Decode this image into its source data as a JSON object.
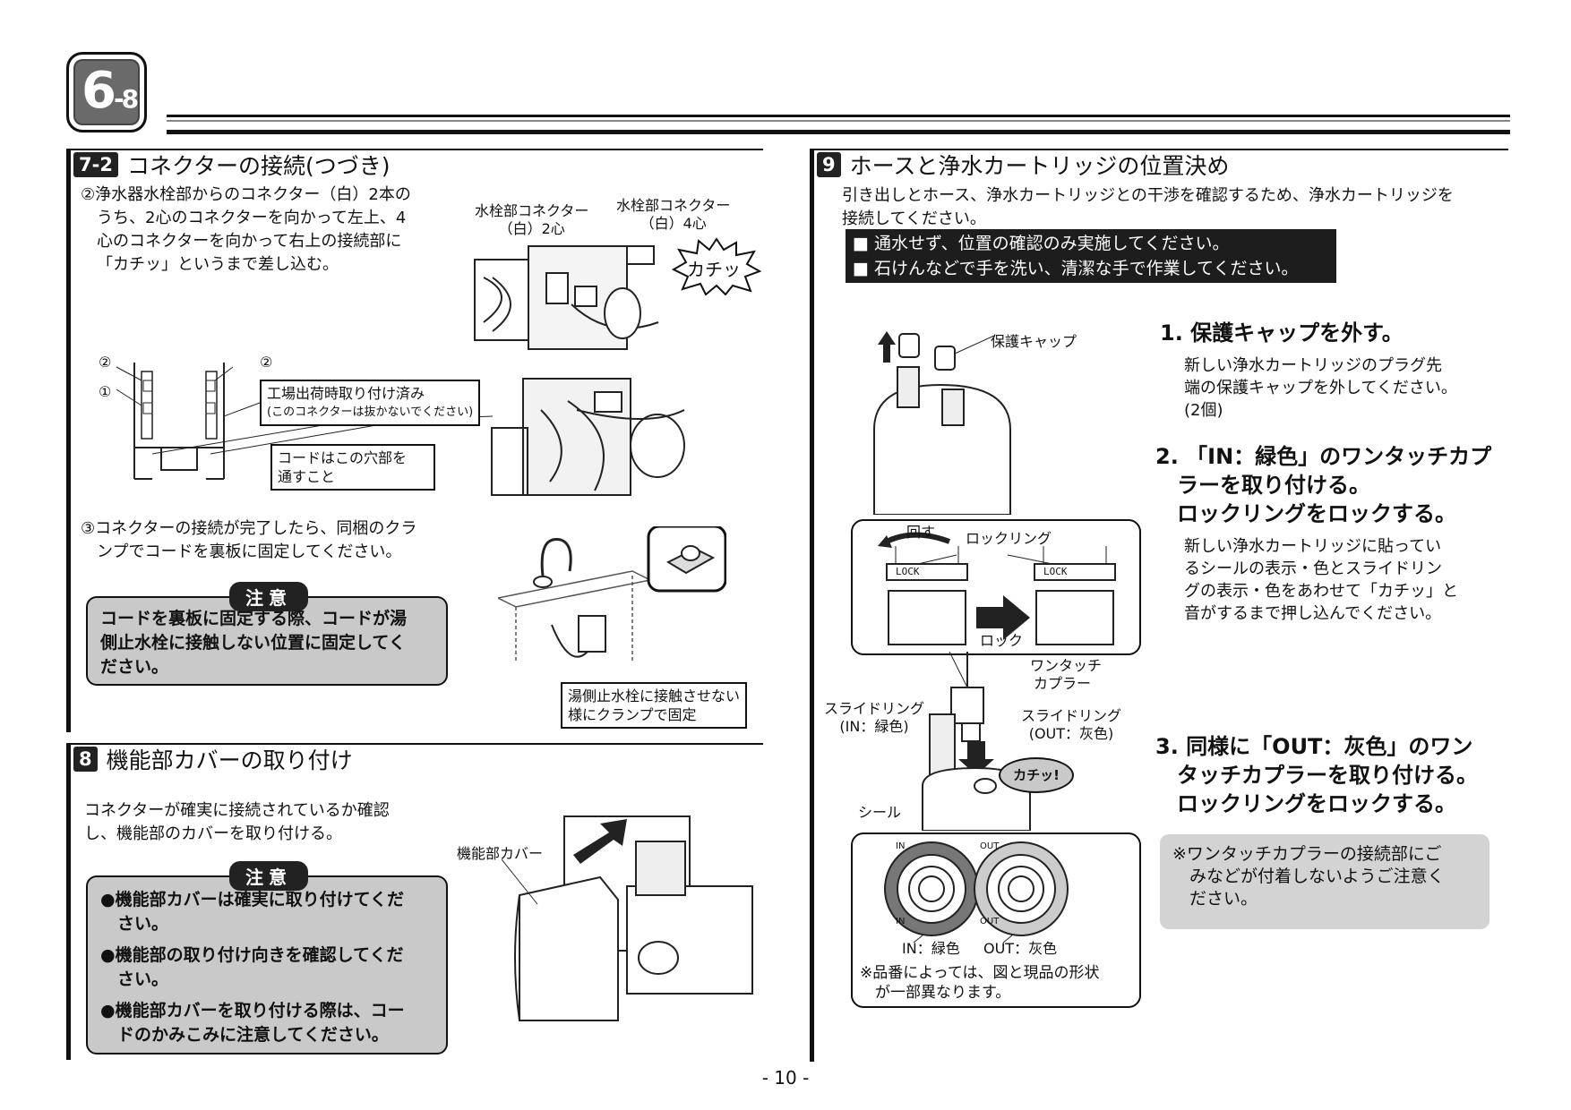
{
  "header": {
    "chip_main": "6",
    "chip_sub": "-8"
  },
  "sec72": {
    "num": "7-2",
    "title": "コネクターの接続(つづき)",
    "step2": [
      "②浄水器水栓部からのコネクター（白）2本の",
      "うち、2心のコネクターを向かって左上、4",
      "心のコネクターを向かって右上の接続部に",
      "「カチッ」というまで差し込む。"
    ],
    "fig_label_2pin": [
      "水栓部コネクター",
      "（白）2心"
    ],
    "fig_label_4pin": [
      "水栓部コネクター",
      "（白）4心"
    ],
    "click": "カチッ",
    "mark2": "②",
    "mark1": "①",
    "factory_box": [
      "工場出荷時取り付け済み",
      "(このコネクターは抜かないでください)"
    ],
    "cord_box": [
      "コードはこの穴部を",
      "通すこと"
    ],
    "step3": [
      "③コネクターの接続が完了したら、同梱のクラ",
      "ンプでコードを裏板に固定してください。"
    ],
    "caution_tag": "注意",
    "caution": [
      "コードを裏板に固定する際、コードが湯",
      "側止水栓に接触しない位置に固定してく",
      "ださい。"
    ],
    "clamp_box": [
      "湯側止水栓に接触させない",
      "様にクランプで固定"
    ]
  },
  "sec8": {
    "num": "8",
    "title": "機能部カバーの取り付け",
    "text": [
      "コネクターが確実に接続されているか確認",
      "し、機能部のカバーを取り付ける。"
    ],
    "caution_tag": "注意",
    "caution": [
      [
        "●機能部カバーは確実に取り付けてくだ",
        "　さい。"
      ],
      [
        "●機能部の取り付け向きを確認してくだ",
        "　さい。"
      ],
      [
        "●機能部カバーを取り付ける際は、コー",
        "　ドのかみこみに注意してください。"
      ]
    ],
    "cover_label": "機能部カバー"
  },
  "sec9": {
    "num": "9",
    "title": "ホースと浄水カートリッジの位置決め",
    "intro": [
      "引き出しとホース、浄水カートリッジとの干渉を確認するため、浄水カートリッジを",
      "接続してください。"
    ],
    "warn": [
      "■ 通水せず、位置の確認のみ実施してください。",
      "■ 石けんなどで手を洗い、清潔な手で作業してください。"
    ],
    "cap_label": "保護キャップ",
    "rotate_label": "回す",
    "lockring_label": "ロックリング",
    "lock_label": "ロック",
    "lock_text": "LOCK",
    "coupler_label": [
      "ワンタッチ",
      "カプラー"
    ],
    "slide_in_label": [
      "スライドリング",
      "(IN：緑色)"
    ],
    "slide_out_label": [
      "スライドリング",
      "(OUT：灰色)"
    ],
    "click": "カチッ!",
    "seal_label": "シール",
    "in_text": "IN",
    "out_text": "OUT",
    "in_color_label": "IN：緑色",
    "out_color_label": "OUT：灰色",
    "fig_note": [
      "※品番によっては、図と現品の形状",
      "　が一部異なります。"
    ],
    "step1_h": "1. 保護キャップを外す。",
    "step1_t": [
      "新しい浄水カートリッジのプラグ先",
      "端の保護キャップを外してください。",
      "(2個)"
    ],
    "step2_h": [
      "2. 「IN：緑色」のワンタッチカプ",
      "　ラーを取り付ける。",
      "　ロックリングをロックする。"
    ],
    "step2_t": [
      "新しい浄水カートリッジに貼ってい",
      "るシールの表示・色とスライドリン",
      "グの表示・色をあわせて「カチッ」と",
      "音がするまで押し込んでください。"
    ],
    "step3_h": [
      "3. 同様に「OUT：灰色」のワン",
      "　タッチカプラーを取り付ける。",
      "　ロックリングをロックする。"
    ],
    "note": [
      "※ワンタッチカプラーの接続部にご",
      "　みなどが付着しないようご注意く",
      "　ださい。"
    ]
  },
  "footer": {
    "page": "- 10 -"
  }
}
